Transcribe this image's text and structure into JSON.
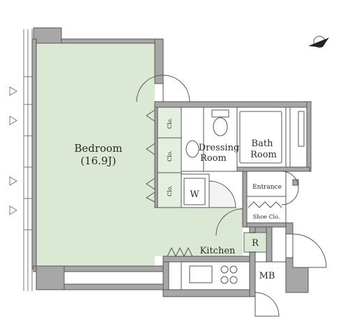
{
  "rooms": {
    "bedroom": "Bedroom",
    "bedroom_size": "(16.9J)",
    "dressing_line1": "Dressing",
    "dressing_line2": "Room",
    "bath_line1": "Bath",
    "bath_line2": "Room",
    "entrance": "Entrance",
    "shoe_closet": "Shoe Clo.",
    "kitchen": "Kitchen",
    "mb": "MB",
    "refrigerator": "R",
    "washer": "W",
    "closet": "Clo."
  },
  "colors": {
    "bedroom_fill": "#dbe8d3",
    "wall_fill": "#a7a7a7",
    "line": "#555555"
  },
  "icons": {
    "north": "north-arrow-icon",
    "window": "window-triangle-icon"
  }
}
